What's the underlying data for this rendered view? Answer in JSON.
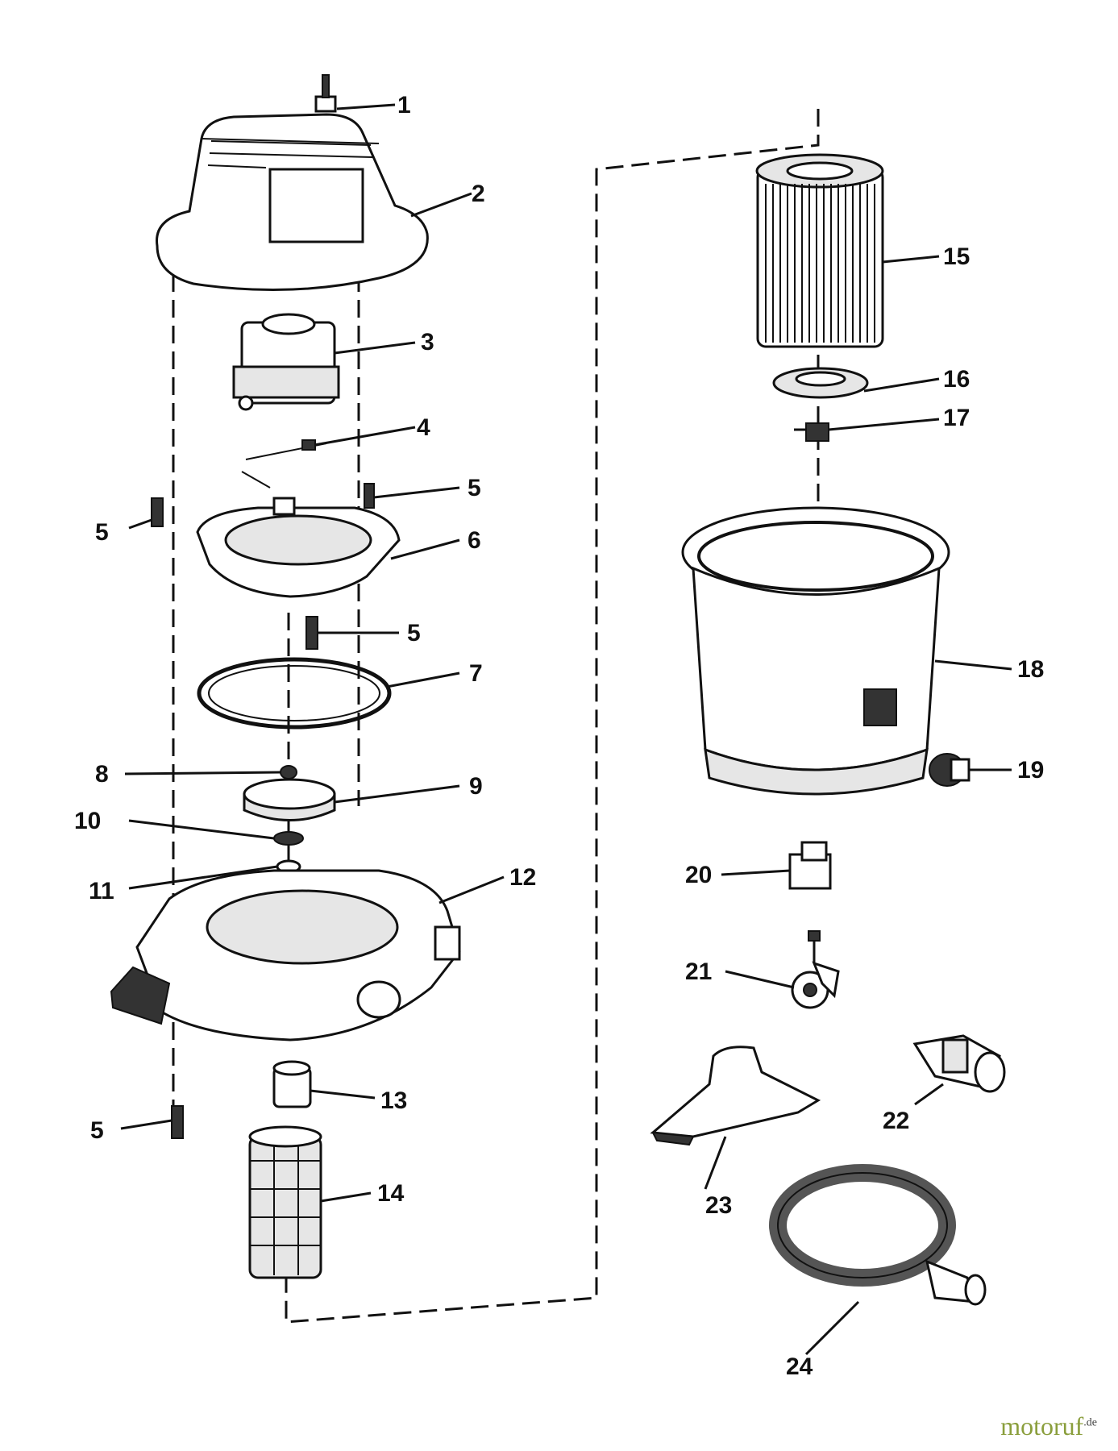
{
  "diagram": {
    "labels": [
      {
        "id": "1",
        "text": "1"
      },
      {
        "id": "2",
        "text": "2"
      },
      {
        "id": "3",
        "text": "3"
      },
      {
        "id": "4",
        "text": "4"
      },
      {
        "id": "5a",
        "text": "5"
      },
      {
        "id": "5b",
        "text": "5"
      },
      {
        "id": "6",
        "text": "6"
      },
      {
        "id": "5c",
        "text": "5"
      },
      {
        "id": "7",
        "text": "7"
      },
      {
        "id": "8",
        "text": "8"
      },
      {
        "id": "9",
        "text": "9"
      },
      {
        "id": "10",
        "text": "10"
      },
      {
        "id": "11",
        "text": "11"
      },
      {
        "id": "12",
        "text": "12"
      },
      {
        "id": "13",
        "text": "13"
      },
      {
        "id": "5d",
        "text": "5"
      },
      {
        "id": "14",
        "text": "14"
      },
      {
        "id": "15",
        "text": "15"
      },
      {
        "id": "16",
        "text": "16"
      },
      {
        "id": "17",
        "text": "17"
      },
      {
        "id": "18",
        "text": "18"
      },
      {
        "id": "19",
        "text": "19"
      },
      {
        "id": "20",
        "text": "20"
      },
      {
        "id": "21",
        "text": "21"
      },
      {
        "id": "22",
        "text": "22"
      },
      {
        "id": "23",
        "text": "23"
      },
      {
        "id": "24",
        "text": "24"
      }
    ]
  },
  "watermark": {
    "brand": "motoruf",
    "suffix": ".de"
  }
}
